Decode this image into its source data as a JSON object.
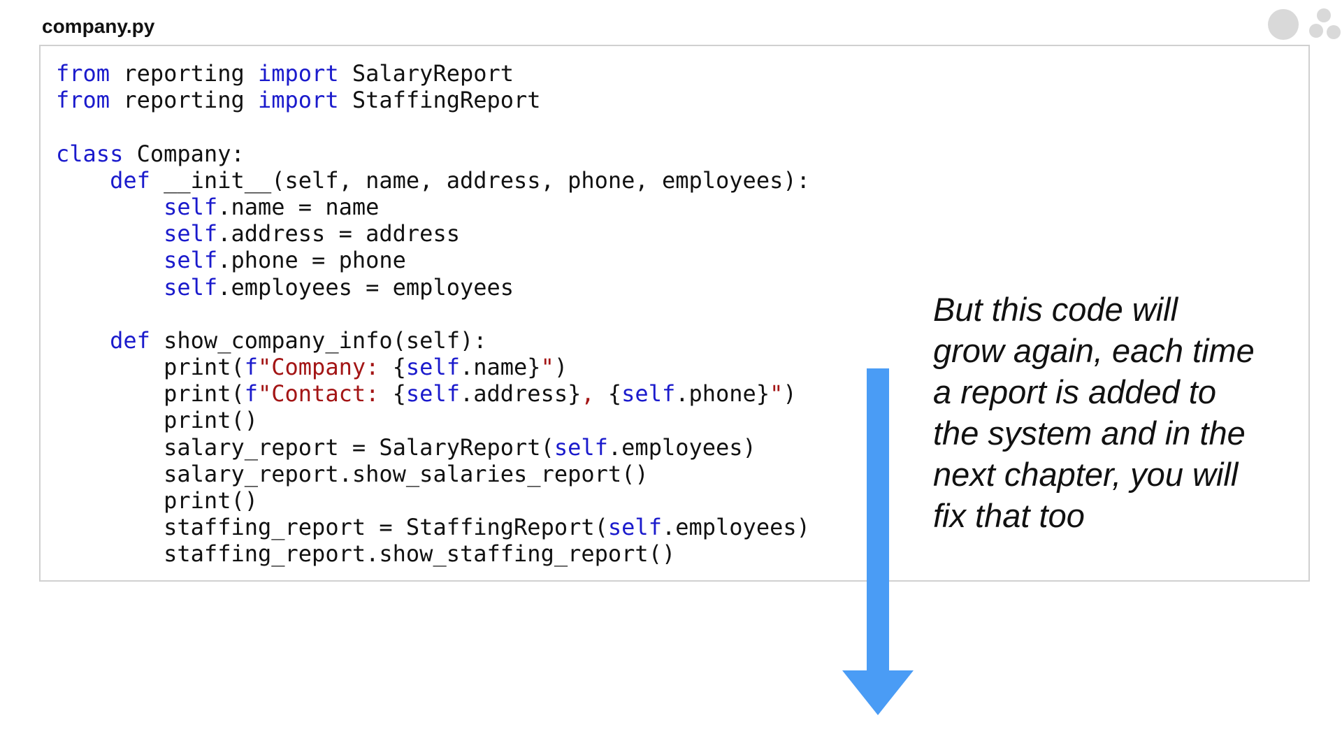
{
  "file": {
    "name": "company.py"
  },
  "code": {
    "lines": [
      [
        {
          "t": "kw",
          "v": "from"
        },
        {
          "t": "plain",
          "v": " reporting "
        },
        {
          "t": "kw",
          "v": "import"
        },
        {
          "t": "plain",
          "v": " SalaryReport"
        }
      ],
      [
        {
          "t": "kw",
          "v": "from"
        },
        {
          "t": "plain",
          "v": " reporting "
        },
        {
          "t": "kw",
          "v": "import"
        },
        {
          "t": "plain",
          "v": " StaffingReport"
        }
      ],
      [],
      [
        {
          "t": "kw",
          "v": "class"
        },
        {
          "t": "plain",
          "v": " Company:"
        }
      ],
      [
        {
          "t": "plain",
          "v": "    "
        },
        {
          "t": "kw",
          "v": "def"
        },
        {
          "t": "plain",
          "v": " __init__(self, name, address, phone, employees):"
        }
      ],
      [
        {
          "t": "plain",
          "v": "        "
        },
        {
          "t": "kw",
          "v": "self"
        },
        {
          "t": "plain",
          "v": ".name = name"
        }
      ],
      [
        {
          "t": "plain",
          "v": "        "
        },
        {
          "t": "kw",
          "v": "self"
        },
        {
          "t": "plain",
          "v": ".address = address"
        }
      ],
      [
        {
          "t": "plain",
          "v": "        "
        },
        {
          "t": "kw",
          "v": "self"
        },
        {
          "t": "plain",
          "v": ".phone = phone"
        }
      ],
      [
        {
          "t": "plain",
          "v": "        "
        },
        {
          "t": "kw",
          "v": "self"
        },
        {
          "t": "plain",
          "v": ".employees = employees"
        }
      ],
      [],
      [
        {
          "t": "plain",
          "v": "    "
        },
        {
          "t": "kw",
          "v": "def"
        },
        {
          "t": "plain",
          "v": " show_company_info(self):"
        }
      ],
      [
        {
          "t": "plain",
          "v": "        print("
        },
        {
          "t": "kw",
          "v": "f"
        },
        {
          "t": "str",
          "v": "\"Company: "
        },
        {
          "t": "plain",
          "v": "{"
        },
        {
          "t": "kw",
          "v": "self"
        },
        {
          "t": "plain",
          "v": ".name}"
        },
        {
          "t": "str",
          "v": "\""
        },
        {
          "t": "plain",
          "v": ")"
        }
      ],
      [
        {
          "t": "plain",
          "v": "        print("
        },
        {
          "t": "kw",
          "v": "f"
        },
        {
          "t": "str",
          "v": "\"Contact: "
        },
        {
          "t": "plain",
          "v": "{"
        },
        {
          "t": "kw",
          "v": "self"
        },
        {
          "t": "plain",
          "v": ".address}"
        },
        {
          "t": "str",
          "v": ", "
        },
        {
          "t": "plain",
          "v": "{"
        },
        {
          "t": "kw",
          "v": "self"
        },
        {
          "t": "plain",
          "v": ".phone}"
        },
        {
          "t": "str",
          "v": "\""
        },
        {
          "t": "plain",
          "v": ")"
        }
      ],
      [
        {
          "t": "plain",
          "v": "        print()"
        }
      ],
      [
        {
          "t": "plain",
          "v": "        salary_report = SalaryReport("
        },
        {
          "t": "kw",
          "v": "self"
        },
        {
          "t": "plain",
          "v": ".employees)"
        }
      ],
      [
        {
          "t": "plain",
          "v": "        salary_report.show_salaries_report()"
        }
      ],
      [
        {
          "t": "plain",
          "v": "        print()"
        }
      ],
      [
        {
          "t": "plain",
          "v": "        staffing_report = StaffingReport("
        },
        {
          "t": "kw",
          "v": "self"
        },
        {
          "t": "plain",
          "v": ".employees)"
        }
      ],
      [
        {
          "t": "plain",
          "v": "        staffing_report.show_staffing_report()"
        }
      ]
    ]
  },
  "callout": {
    "lines": [
      "But this code will",
      "grow again, each time",
      "a report is added to",
      "the system and in the",
      "next chapter, you will",
      "fix that too"
    ]
  },
  "colors": {
    "keyword": "#1a1acc",
    "string": "#a31515",
    "text": "#111111",
    "arrow": "#4a9cf5",
    "panel_border": "#d0d0d0",
    "logo": "#d9d9d9"
  },
  "icons": {
    "logo": "dots-logo-icon",
    "arrow": "arrow-down-icon"
  }
}
